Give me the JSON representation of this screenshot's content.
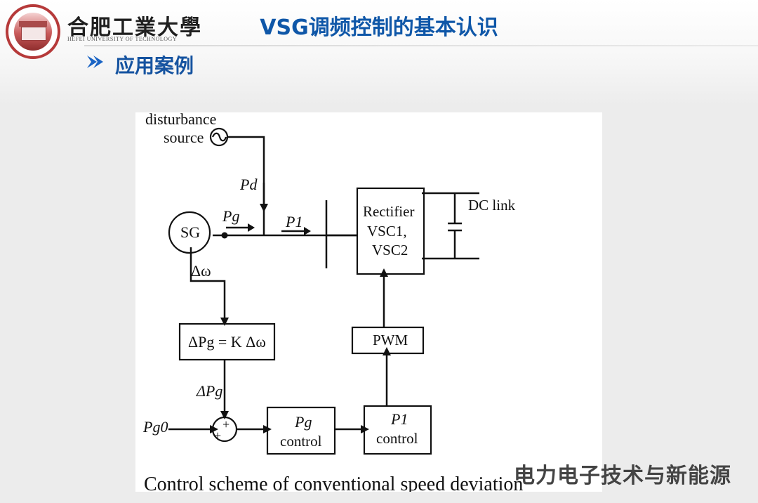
{
  "header": {
    "university_cn": "合肥工業大學",
    "university_en": "HEFEI UNIVERSITY OF TECHNOLOGY",
    "title": "VSG调频控制的基本认识"
  },
  "section": {
    "title": "应用案例"
  },
  "diagram": {
    "labels": {
      "disturbance": "disturbance",
      "source": "source",
      "pd": "Pd",
      "pg": "Pg",
      "p1": "P1",
      "sg": "SG",
      "rectifier_1": "Rectifier",
      "rectifier_2": "VSC1,",
      "rectifier_3": "VSC2",
      "dc_link": "DC link",
      "delta_omega": "Δω",
      "delta_eq": "ΔPg = K Δω",
      "delta_pg": "ΔPg",
      "pwm": "PWM",
      "pg0": "Pg0",
      "plus_top": "+",
      "plus_bottom": "+",
      "pg_control_1": "Pg",
      "pg_control_2": "control",
      "p1_control_1": "P1",
      "p1_control_2": "control",
      "caption": "Control scheme of conventional speed deviation"
    }
  },
  "footer": {
    "watermark": "电力电子技术与新能源"
  },
  "colors": {
    "title": "#0f57a8",
    "section": "#1553a0",
    "arrow": "#1a64c4",
    "diagram_line": "#111111",
    "logo_red": "#b63a3a"
  }
}
